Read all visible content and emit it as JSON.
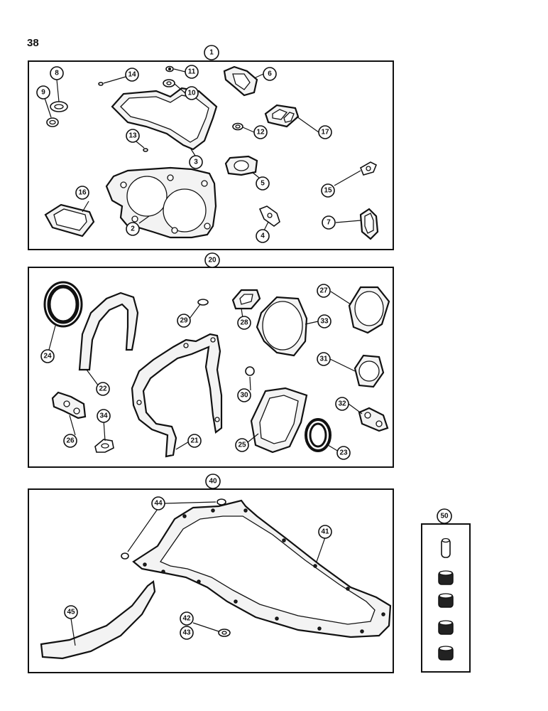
{
  "page": {
    "number": "38"
  },
  "groups": [
    {
      "id": "1",
      "parts": [
        "2",
        "3",
        "4",
        "5",
        "6",
        "7",
        "8",
        "9",
        "10",
        "11",
        "12",
        "13",
        "14",
        "15",
        "16",
        "17"
      ]
    },
    {
      "id": "20",
      "parts": [
        "21",
        "22",
        "23",
        "24",
        "25",
        "26",
        "27",
        "28",
        "29",
        "30",
        "31",
        "32",
        "33",
        "34"
      ]
    },
    {
      "id": "40",
      "parts": [
        "41",
        "42",
        "43",
        "44",
        "45"
      ]
    },
    {
      "id": "50",
      "parts": []
    }
  ],
  "callouts": {
    "c1": "1",
    "c2": "2",
    "c3": "3",
    "c4": "4",
    "c5": "5",
    "c6": "6",
    "c7": "7",
    "c8": "8",
    "c9": "9",
    "c10": "10",
    "c11": "11",
    "c12": "12",
    "c13": "13",
    "c14": "14",
    "c15": "15",
    "c16": "16",
    "c17": "17",
    "c20": "20",
    "c21": "21",
    "c22": "22",
    "c23": "23",
    "c24": "24",
    "c25": "25",
    "c26": "26",
    "c27": "27",
    "c28": "28",
    "c29": "29",
    "c30": "30",
    "c31": "31",
    "c32": "32",
    "c33": "33",
    "c34": "34",
    "c40": "40",
    "c41": "41",
    "c42": "42",
    "c43": "43",
    "c44": "44",
    "c45": "45",
    "c50": "50"
  }
}
